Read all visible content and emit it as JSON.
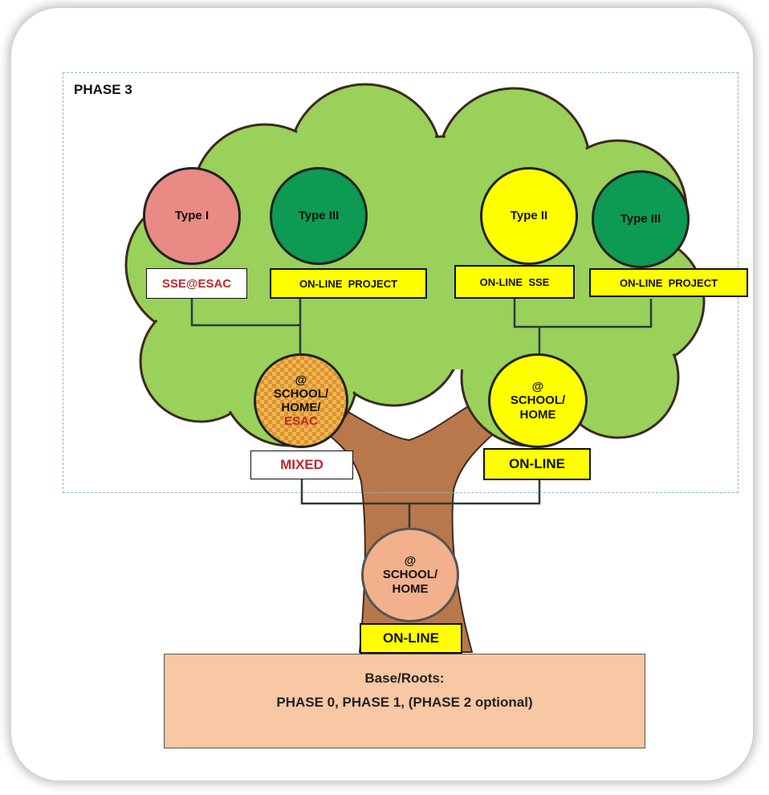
{
  "phase_label": "PHASE 3",
  "colors": {
    "tree_green": "#99d15b",
    "trunk_brown": "#b9784c",
    "type_i": "#ea8a84",
    "type_iii": "#0d9a52",
    "type_ii": "#ffff00",
    "tag_yellow": "#ffff00",
    "mixed_orange": "#f3b453",
    "root_node": "#f2b18c",
    "base_fill": "#f8c7a4",
    "red_text": "#c0282e"
  },
  "type_nodes": [
    {
      "label": "Type I",
      "tag": "SSE@ESAC"
    },
    {
      "label": "Type III",
      "tag": "ON-LINE  PROJECT"
    },
    {
      "label": "Type II",
      "tag": "ON-LINE  SSE"
    },
    {
      "label": "Type III",
      "tag": "ON-LINE  PROJECT"
    }
  ],
  "mid_nodes": {
    "left": {
      "lines": [
        "@",
        "SCHOOL/",
        "HOME/"
      ],
      "highlight": "ESAC",
      "tag": "MIXED"
    },
    "right": {
      "lines": [
        "@",
        "SCHOOL/",
        "HOME"
      ],
      "tag": "ON-LINE"
    }
  },
  "root_node": {
    "lines": [
      "@",
      "SCHOOL/",
      "HOME"
    ],
    "tag": "ON-LINE"
  },
  "base": {
    "line1": "Base/Roots:",
    "line2": "PHASE 0, PHASE 1, (PHASE 2 optional)"
  }
}
